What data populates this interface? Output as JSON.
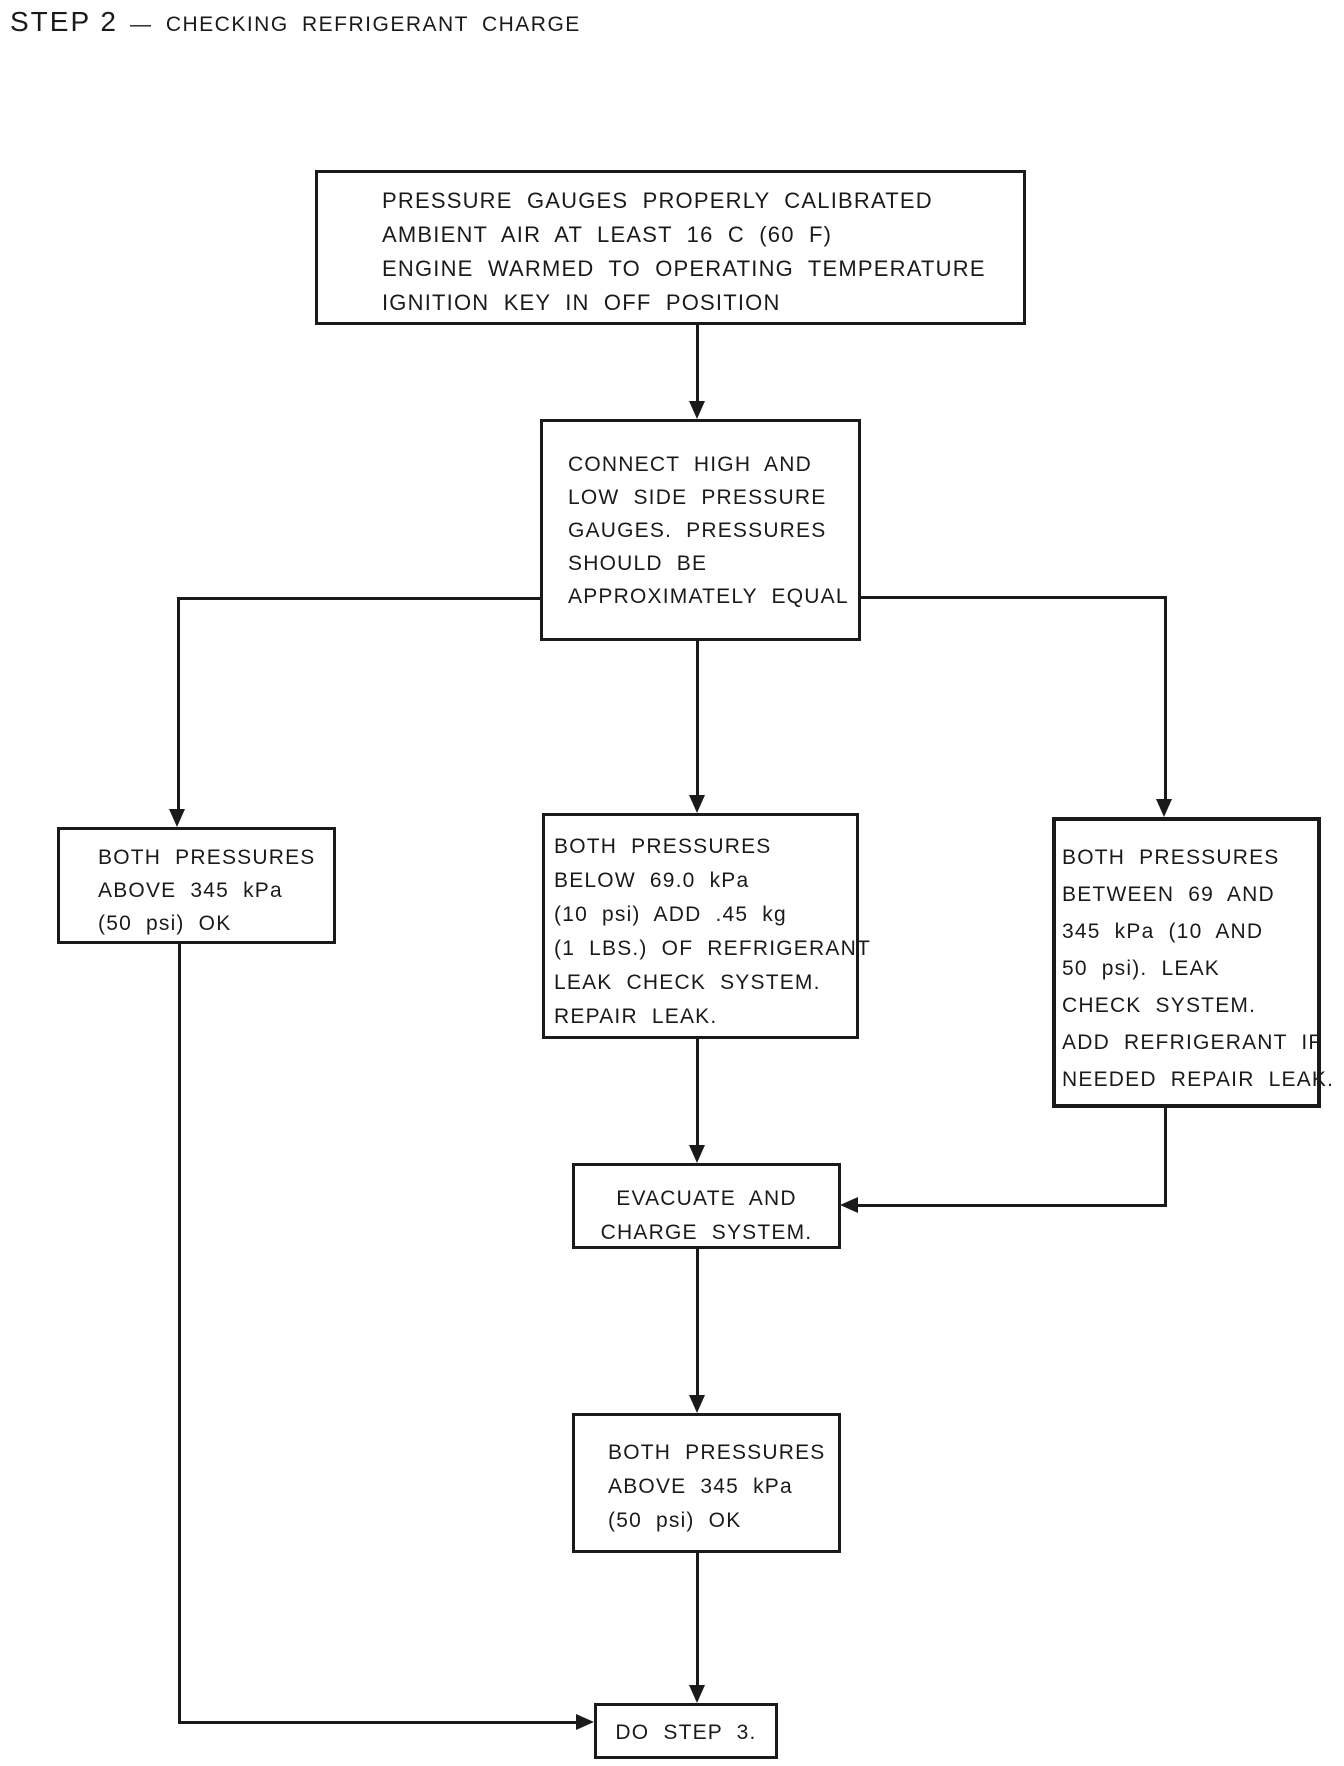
{
  "page": {
    "background": "#ffffff",
    "ink_color": "#1a1a1a"
  },
  "title": {
    "step": "STEP 2",
    "rest": "— CHECKING REFRIGERANT CHARGE"
  },
  "flowchart": {
    "type": "flowchart",
    "nodes": {
      "preconditions": {
        "lines": [
          "PRESSURE GAUGES PROPERLY CALIBRATED",
          "AMBIENT AIR AT LEAST 16 C (60 F)",
          "ENGINE WARMED TO OPERATING TEMPERATURE",
          "IGNITION KEY IN OFF POSITION"
        ]
      },
      "connect_gauges": {
        "lines": [
          "CONNECT HIGH AND",
          "LOW SIDE PRESSURE",
          "GAUGES. PRESSURES",
          "SHOULD BE",
          "APPROXIMATELY EQUAL"
        ]
      },
      "pressures_above_345": {
        "lines": [
          "BOTH PRESSURES",
          "ABOVE 345 kPa",
          "(50 psi) OK"
        ]
      },
      "pressures_below_69": {
        "lines": [
          "BOTH PRESSURES",
          "BELOW 69.0 kPa",
          "(10 psi) ADD .45 kg",
          "(1 LBS.) OF REFRIGERANT",
          "LEAK CHECK SYSTEM.",
          "REPAIR LEAK."
        ]
      },
      "pressures_between_69_345": {
        "lines": [
          "BOTH PRESSURES",
          "BETWEEN 69 AND",
          "345 kPa (10 AND",
          "50 psi). LEAK",
          "CHECK SYSTEM.",
          "ADD REFRIGERANT IF",
          "NEEDED REPAIR LEAK."
        ]
      },
      "evacuate_charge": {
        "lines": [
          "EVACUATE AND",
          "CHARGE SYSTEM."
        ]
      },
      "pressures_above_345_after_charge": {
        "lines": [
          "BOTH PRESSURES",
          "ABOVE 345 kPa",
          "(50 psi) OK"
        ]
      },
      "do_step_3": {
        "lines": [
          "DO STEP 3."
        ]
      }
    },
    "edges": [
      {
        "from": "preconditions",
        "to": "connect_gauges"
      },
      {
        "from": "connect_gauges",
        "to": "pressures_above_345"
      },
      {
        "from": "connect_gauges",
        "to": "pressures_below_69"
      },
      {
        "from": "connect_gauges",
        "to": "pressures_between_69_345"
      },
      {
        "from": "pressures_below_69",
        "to": "evacuate_charge"
      },
      {
        "from": "pressures_between_69_345",
        "to": "evacuate_charge"
      },
      {
        "from": "evacuate_charge",
        "to": "pressures_above_345_after_charge"
      },
      {
        "from": "pressures_above_345_after_charge",
        "to": "do_step_3"
      },
      {
        "from": "pressures_above_345",
        "to": "do_step_3"
      }
    ]
  }
}
